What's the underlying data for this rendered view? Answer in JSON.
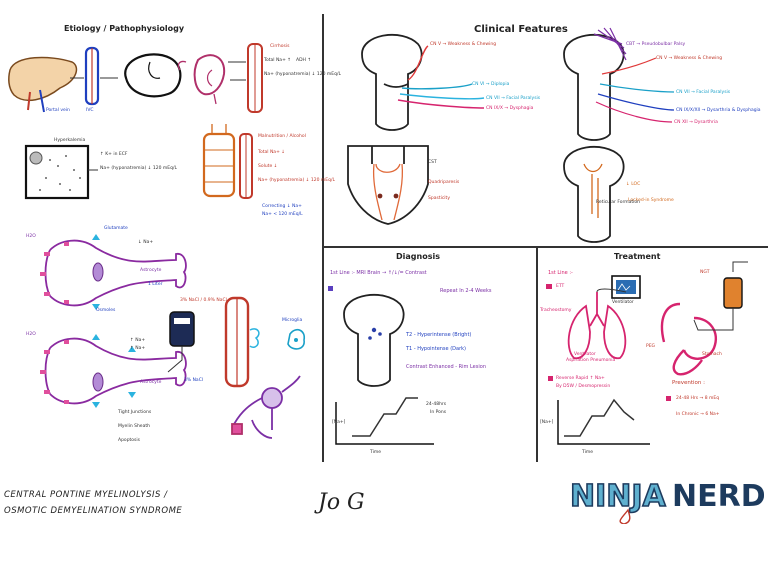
{
  "sections": {
    "etiology": "Etiology / Pathophysiology",
    "clinical": "Clinical Features",
    "diagnosis": "Diagnosis",
    "treatment": "Treatment"
  },
  "etiology": {
    "liver_label": "Portal vein",
    "ivc_label": "IVC",
    "cirrhosis": "Cirrhosis",
    "cirrhosis_notes": [
      "Total Na+ ↑",
      "ADH ↑",
      "Na+ (hyponatremia) ↓ 120 mEq/L"
    ],
    "hyperkalemia": "Hyperkalemia",
    "hyper_notes": [
      "↑ K+ in ECF",
      "Na+ (hyponatremia) ↓ 120 mEq/L"
    ],
    "malnutrition": "Malnutrition / Alcohol",
    "malnutrition_notes": [
      "Total Na+ ↓",
      "Solute ↓",
      "Na+ (hyponatremia) ↓ 120 mEq/L"
    ],
    "correction_note": [
      "Correcting ↓ Na+",
      "Na+ < 120 mEq/L"
    ],
    "neuron_labels": [
      "H2O",
      "Glutamate",
      "↓ Na+",
      "Astrocyte",
      "1 Liter",
      "Osmoles"
    ],
    "neuron2_labels": [
      "H2O",
      "↑ Na+",
      "↑ Na+",
      "Astrocyte",
      "3% NaCl",
      "0.9% NaCl"
    ],
    "bag_label": "3% NaCl / 0.9% NaCl",
    "micro_label": "Microglia",
    "oligo_labels": [
      "Tight Junctions",
      "Myelin Sheath",
      "Apoptosis"
    ]
  },
  "clinical": {
    "left_labels": [
      "CN V → Weakness & Chewing",
      "CN VI → Diplopia",
      "CN VII → Facial Paralysis",
      "CN IX/X → Dysphagia"
    ],
    "cst_label": "CST",
    "tract_labels": [
      "Quadriparesis",
      "Spasticity"
    ],
    "right_labels": [
      "CBT → Pseudobulbar Palsy",
      "CN V → Weakness & Chewing",
      "CN VII → Facial Paralysis",
      "CN IX/X/XII → Dysarthria & Dysphagia",
      "CN XII → Dysarthria"
    ],
    "loc_labels": [
      "↓ LOC",
      "Locked-in Syndrome",
      "Reticular Formation"
    ]
  },
  "diagnosis": {
    "line1": "1st Line :- MRI Brain → ↑/↓/= Contrast",
    "line1b": "Repeat In 2-4 Weeks",
    "t2": "T2 - Hyperintense (Bright)",
    "t1": "T1 - Hypointense (Dark)",
    "contrast": "Contrast Enhanced - Rim Lesion",
    "graph_y": "[Na+]",
    "graph_note": [
      "24-48hrs",
      "In Pons"
    ],
    "graph_x": "Time"
  },
  "treatment": {
    "first_line": "1st Line :-",
    "ett": "ETT",
    "ett_sub": "Tracheostomy",
    "lungs_label": [
      "Ventilator",
      "Aspiration Pneumonia"
    ],
    "vent_label": "Ventilator",
    "peg_label": "PEG",
    "ngt_label": "NGT",
    "stomach_label": "Stomach",
    "reverse": [
      "Reverse Rapid ↑ Na+",
      "By D5W / Desmopressin"
    ],
    "prevention": "Prevention :",
    "prev1": "24-48 Hrs → 8 mEq",
    "prev2": "In Chronic → 6 Na+",
    "graph_y": "[Na+]",
    "graph_x": "Time"
  },
  "footer": {
    "title_line1": "CENTRAL PONTINE MYELINOLYSIS /",
    "title_line2": "OSMOTIC DEMYELINATION SYNDROME",
    "signature": "Jo G",
    "logo_part1": "NINJA",
    "logo_part2": "NERD"
  },
  "colors": {
    "red": "#c0392b",
    "blue": "#1f3fbf",
    "purple": "#7b2fa5",
    "pink": "#d6246e",
    "cyan": "#1aa0c8",
    "orange": "#d2691e",
    "brand_light": "#5fb0cf",
    "brand_dark": "#1d3b5e"
  }
}
